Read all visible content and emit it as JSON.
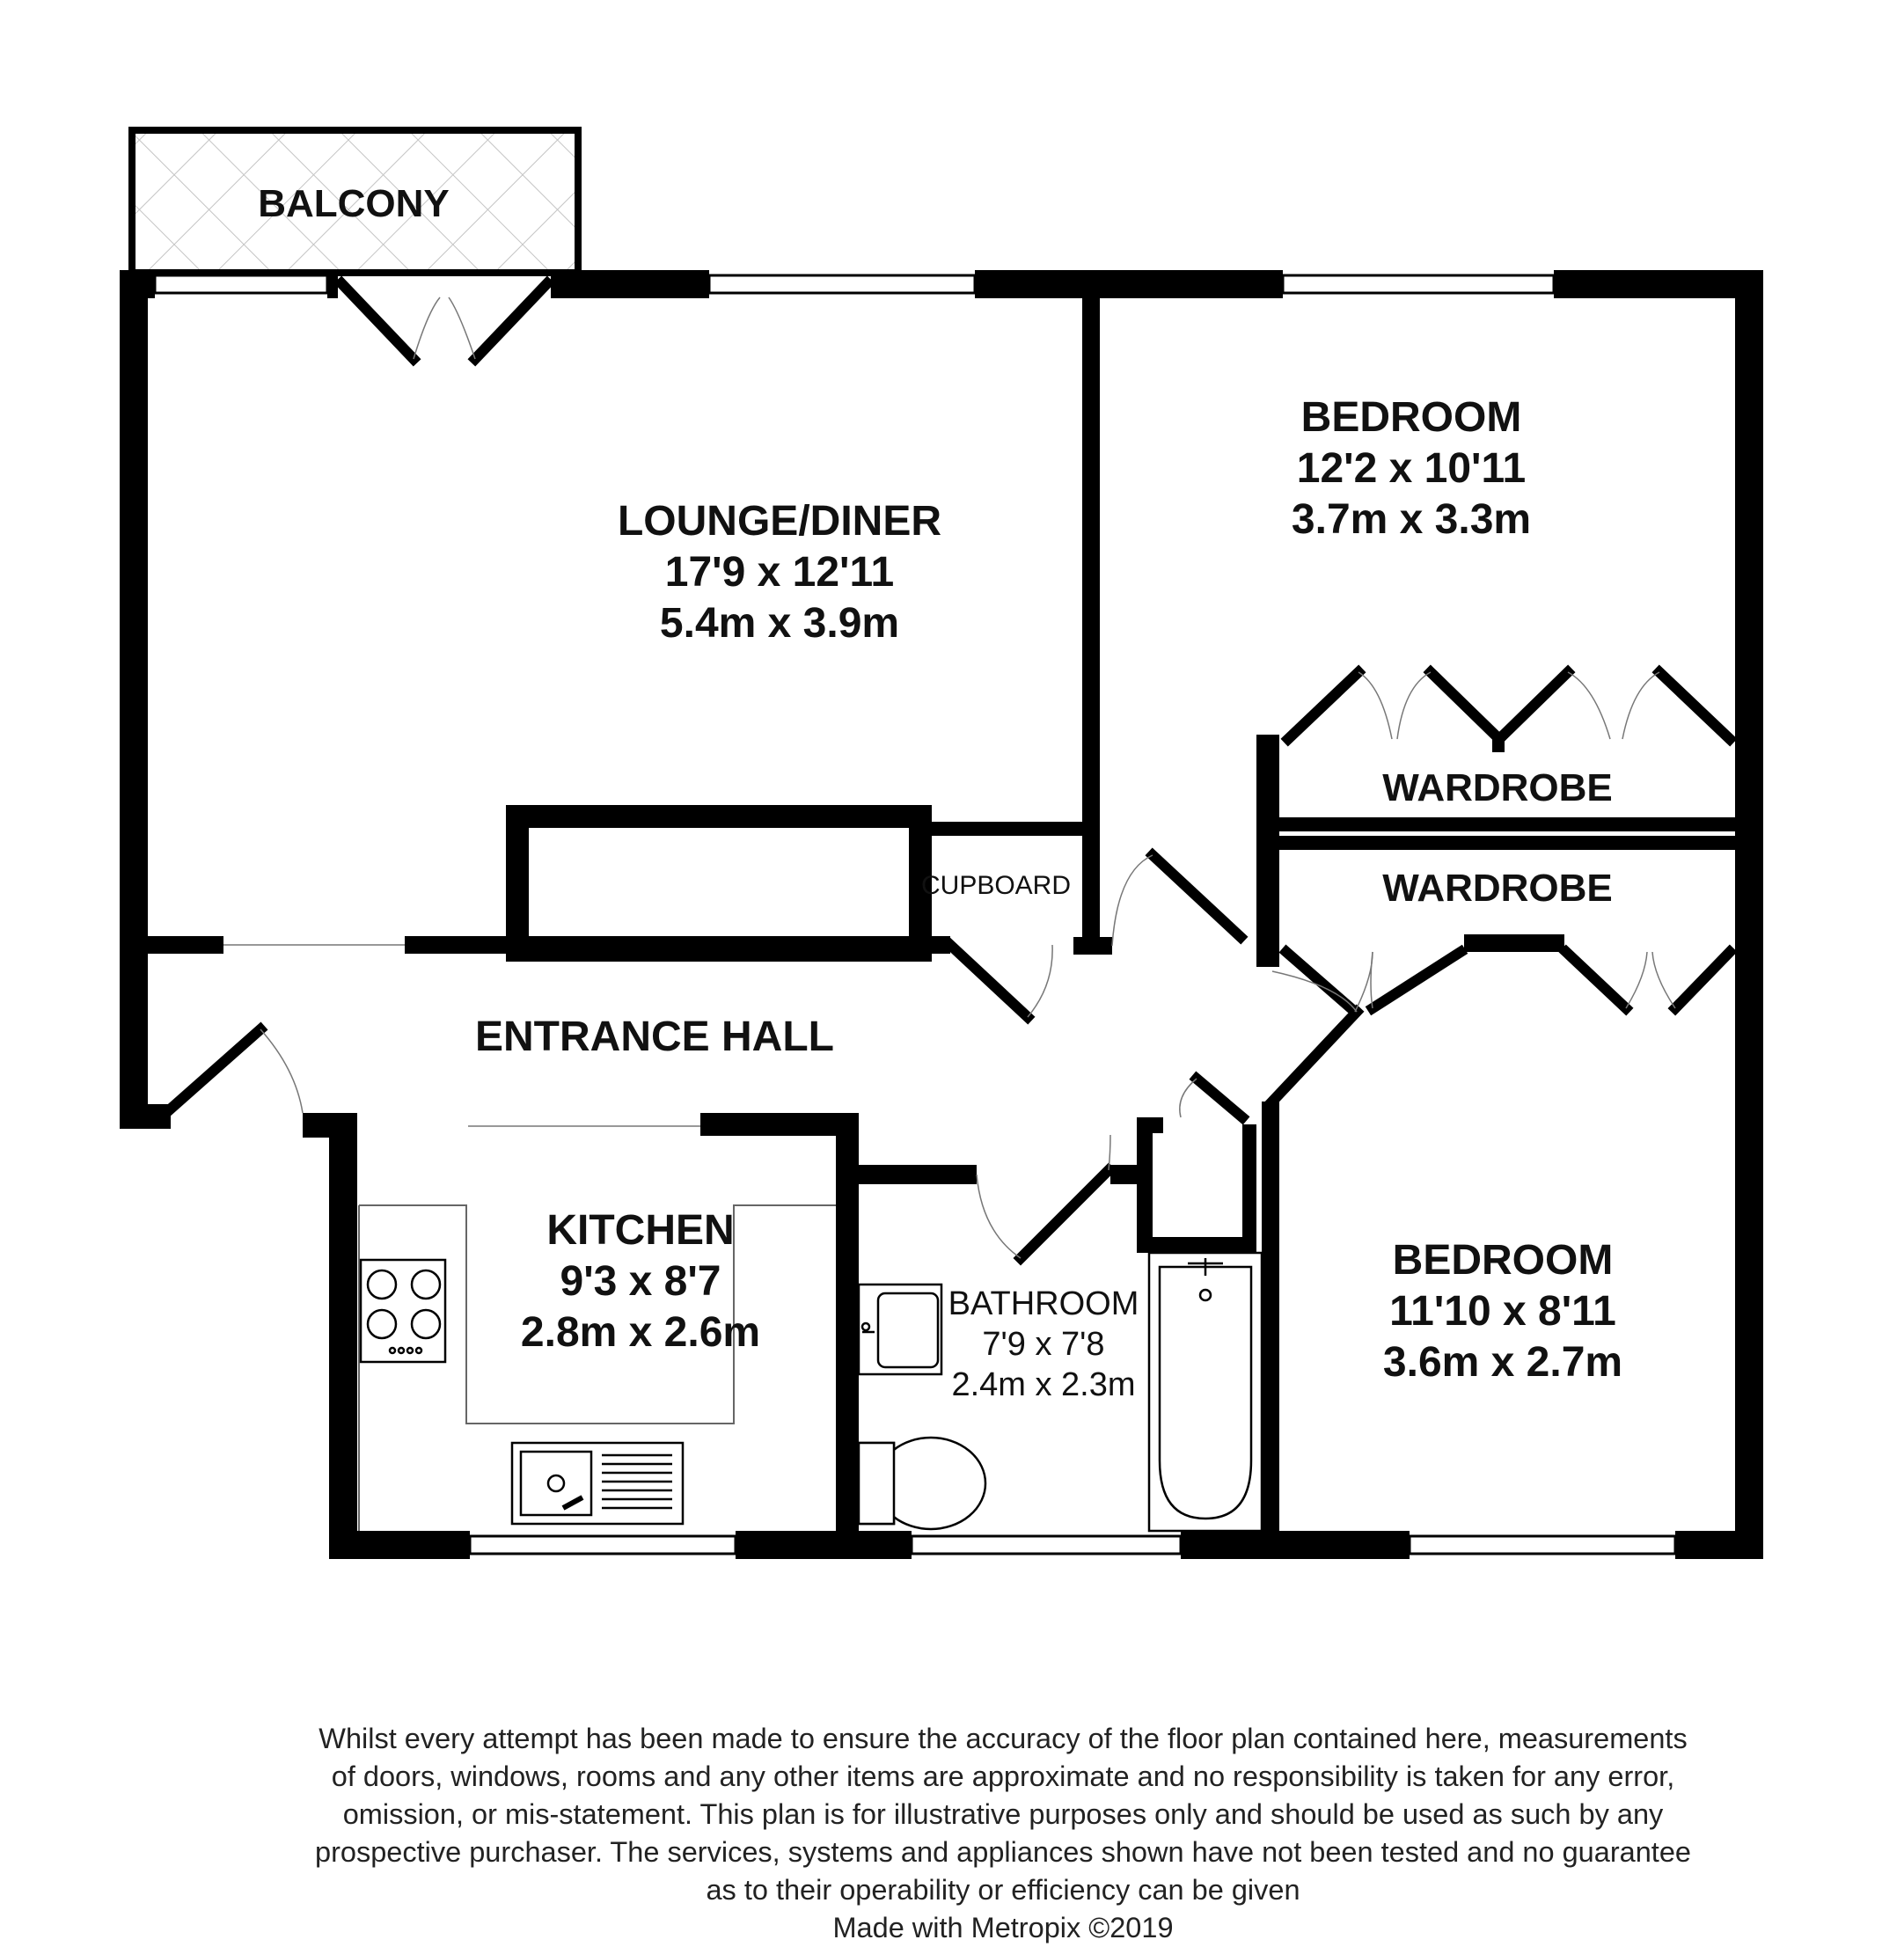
{
  "rooms": {
    "balcony": {
      "name": "BALCONY"
    },
    "lounge": {
      "name": "LOUNGE/DINER",
      "imperial": "17'9 x 12'11",
      "metric": "5.4m x 3.9m"
    },
    "bedroom1": {
      "name": "BEDROOM",
      "imperial": "12'2 x 10'11",
      "metric": "3.7m x 3.3m"
    },
    "wardrobe1": {
      "name": "WARDROBE"
    },
    "wardrobe2": {
      "name": "WARDROBE"
    },
    "cupboard": {
      "name": "CUPBOARD"
    },
    "hall": {
      "name": "ENTRANCE HALL"
    },
    "kitchen": {
      "name": "KITCHEN",
      "imperial": "9'3 x 8'7",
      "metric": "2.8m x 2.6m"
    },
    "bathroom": {
      "name": "BATHROOM",
      "imperial": "7'9 x 7'8",
      "metric": "2.4m x 2.3m"
    },
    "bedroom2": {
      "name": "BEDROOM",
      "imperial": "11'10 x 8'11",
      "metric": "3.6m x 2.7m"
    }
  },
  "disclaimer": {
    "lines": [
      "Whilst every attempt has been made to ensure the accuracy of the floor plan contained here, measurements",
      "of doors, windows, rooms and any other items are approximate and no responsibility is taken for any error,",
      "omission, or mis-statement. This plan is for illustrative purposes only and should be used as such by any",
      "prospective purchaser. The services, systems and appliances shown have not been tested and no guarantee",
      "as to their operability or efficiency can be given"
    ],
    "credit": "Made with Metropix ©2019"
  },
  "colors": {
    "wall": "#000000",
    "window": "#ffffff",
    "fixture_line": "#666666",
    "balcony_hatch": "#bbbbbb"
  }
}
